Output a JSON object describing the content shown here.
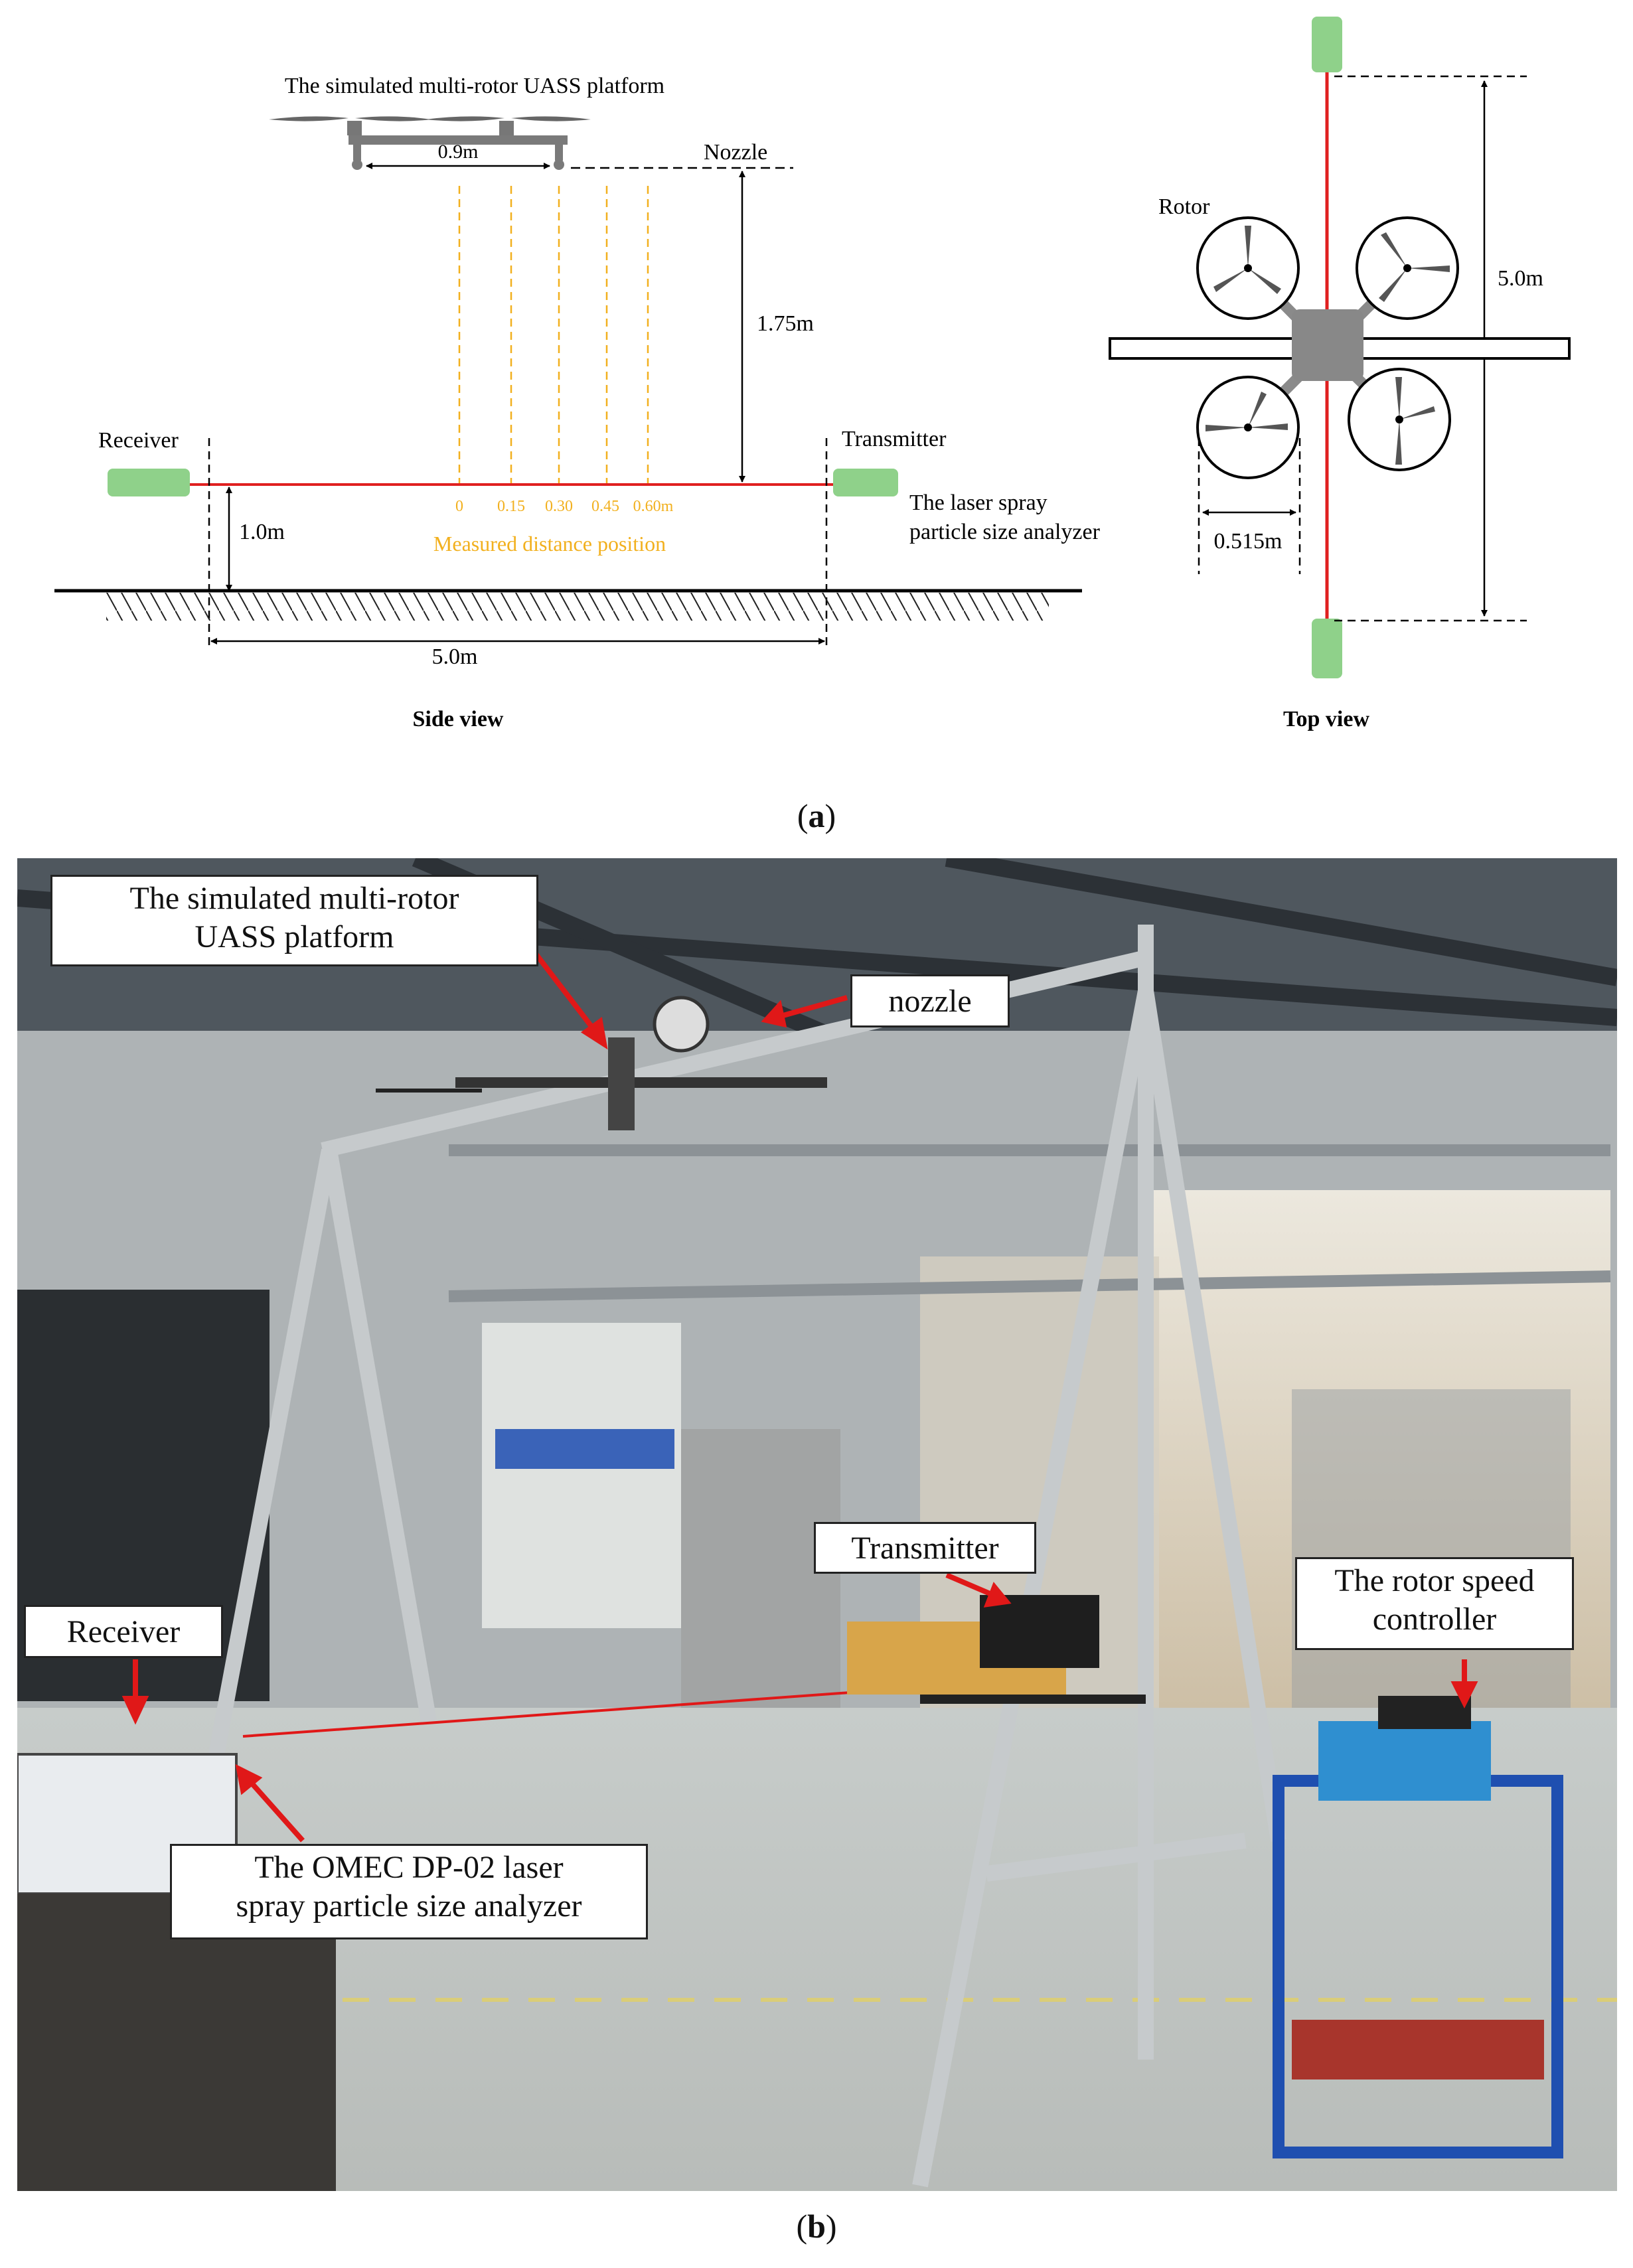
{
  "side_view": {
    "platform_label": "The simulated multi-rotor UASS platform",
    "arm_span": "0.9m",
    "nozzle_label": "Nozzle",
    "nozzle_height": "1.75m",
    "receiver_label": "Receiver",
    "transmitter_label": "Transmitter",
    "analyzer_label_line1": "The laser spray",
    "analyzer_label_line2": "particle size analyzer",
    "beam_height": "1.0m",
    "positions": [
      "0",
      "0.15",
      "0.30",
      "0.45",
      "0.60m"
    ],
    "positions_caption": "Measured distance position",
    "ground_span": "5.0m",
    "view_caption": "Side view"
  },
  "top_view": {
    "rotor_label": "Rotor",
    "span": "5.0m",
    "rotor_diameter": "0.515m",
    "view_caption": "Top view"
  },
  "panel_a": "a",
  "panel_b": "b",
  "photo": {
    "callout_platform_line1": "The simulated multi-rotor",
    "callout_platform_line2": "UASS platform",
    "callout_nozzle": "nozzle",
    "callout_transmitter": "Transmitter",
    "callout_receiver": "Receiver",
    "callout_controller_line1": "The rotor speed",
    "callout_controller_line2": "controller",
    "callout_analyzer_line1": "The OMEC DP-02 laser",
    "callout_analyzer_line2": "spray particle size analyzer"
  },
  "colors": {
    "beam": "#e02020",
    "nozzle_lines": "#f2b01e",
    "sensor": "#8fd18a",
    "frame": "#7a7a7a",
    "arrow": "#e01818"
  }
}
